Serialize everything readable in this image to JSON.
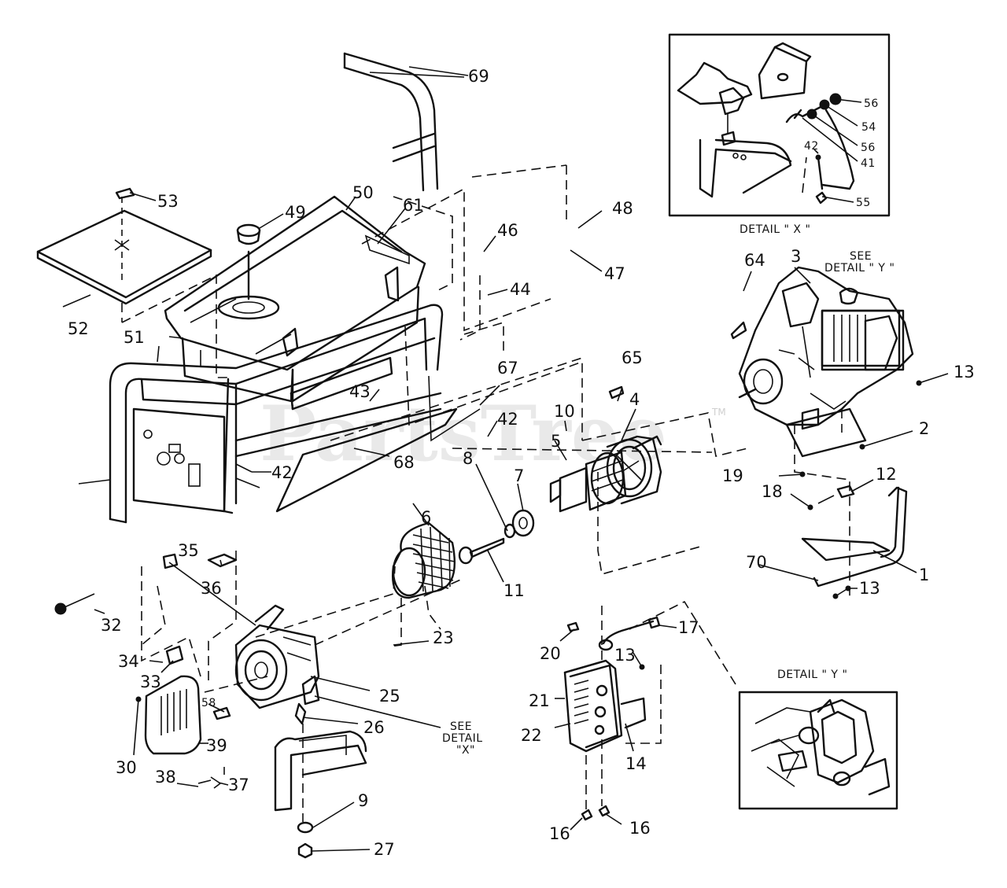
{
  "watermark": {
    "text": "PartsTree",
    "tm": "TM"
  },
  "detail_x": {
    "caption": "DETAIL \" X \""
  },
  "detail_y": {
    "caption": "DETAIL \" Y \""
  },
  "see_detail_y": {
    "line1": "SEE",
    "line2": "DETAIL \" Y \""
  },
  "see_detail_x": {
    "line1": "SEE",
    "line2": "DETAIL",
    "line3": "\"X\""
  },
  "callouts": {
    "c69": "69",
    "c53": "53",
    "c49": "49",
    "c50": "50",
    "c61": "61",
    "c48": "48",
    "c46": "46",
    "c47": "47",
    "c44": "44",
    "c52": "52",
    "c51": "51",
    "c64": "64",
    "c3": "3",
    "c13a": "13",
    "c65": "65",
    "c67": "67",
    "c43": "43",
    "c42a": "42",
    "c10": "10",
    "c4": "4",
    "c2": "2",
    "c68": "68",
    "c42b": "42",
    "c5": "5",
    "c8": "8",
    "c7": "7",
    "c19": "19",
    "c12": "12",
    "c18": "18",
    "c6": "6",
    "c11": "11",
    "c70": "70",
    "c1a": "1",
    "c13b": "13",
    "c35": "35",
    "c36": "36",
    "c32": "32",
    "c23": "23",
    "c17": "17",
    "c20": "20",
    "c13c": "13",
    "c34": "34",
    "c33": "33",
    "c25": "25",
    "c21": "21",
    "c22": "22",
    "c14": "14",
    "c58": "58",
    "c26": "26",
    "c39": "39",
    "c30": "30",
    "c38": "38",
    "c37": "37",
    "c9": "9",
    "c27": "27",
    "c16a": "16",
    "c16b": "16",
    "c56a": "56",
    "c54": "54",
    "c56b": "56",
    "c42c": "42",
    "c41": "41",
    "c55": "55"
  }
}
